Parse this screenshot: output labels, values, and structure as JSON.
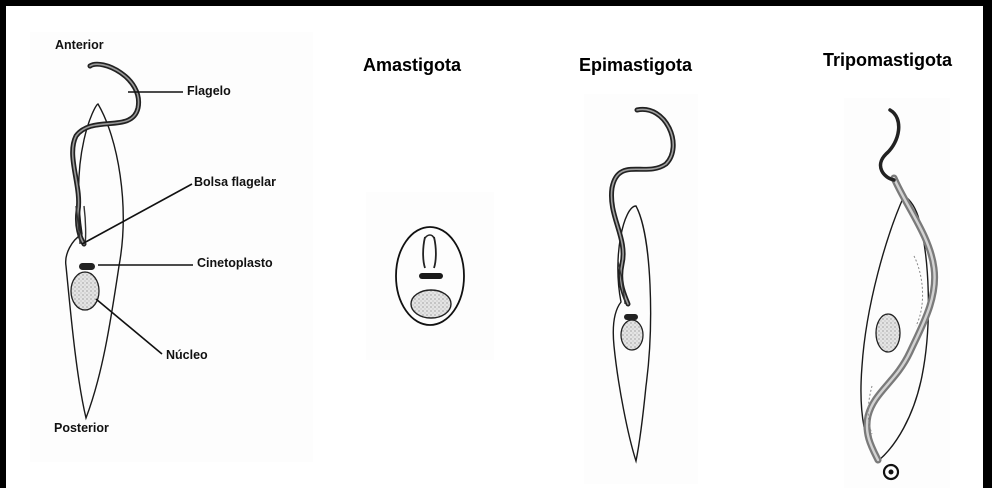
{
  "labels": {
    "anterior": "Anterior",
    "flagelo": "Flagelo",
    "bolsa_flagelar": "Bolsa flagelar",
    "cinetoplasto": "Cinetoplasto",
    "nucleo": "Núcleo",
    "posterior": "Posterior"
  },
  "forms": {
    "amastigota": "Amastigota",
    "epimastigota": "Epimastigota",
    "tripomastigota": "Tripomastigota"
  }
}
